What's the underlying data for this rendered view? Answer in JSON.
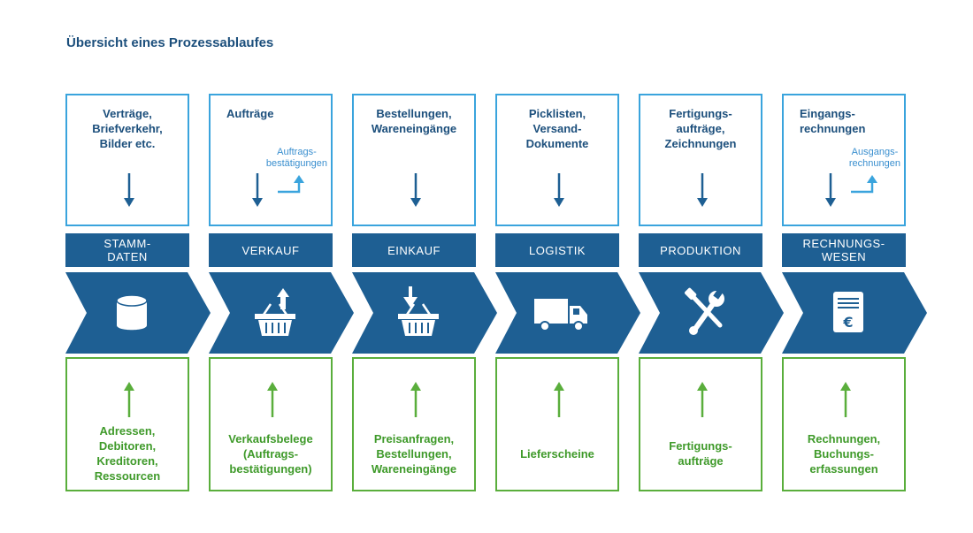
{
  "title": "Übersicht eines Prozessablaufes",
  "colors": {
    "dark_blue": "#1e5f93",
    "light_blue": "#3aa4dd",
    "green": "#5aae3c",
    "text_blue": "#1c4f7c",
    "text_green": "#3f9a2a"
  },
  "columns": [
    {
      "top": "Verträge,\nBriefverkehr,\nBilder etc.",
      "sub": "",
      "label": "STAMM-\nDATEN",
      "icon": "database-icon",
      "bottom": "Adressen,\nDebitoren,\nKreditoren,\nRessourcen"
    },
    {
      "top": "Aufträge",
      "sub": "Auftrags-\nbestätigungen",
      "label": "VERKAUF",
      "icon": "basket-up-icon",
      "bottom": "Verkaufsbelege\n(Auftrags-\nbestätigungen)"
    },
    {
      "top": "Bestellungen,\nWareneingänge",
      "sub": "",
      "label": "EINKAUF",
      "icon": "basket-down-icon",
      "bottom": "Preisanfragen,\nBestellungen,\nWareneingänge"
    },
    {
      "top": "Picklisten,\nVersand-\nDokumente",
      "sub": "",
      "label": "LOGISTIK",
      "icon": "truck-icon",
      "bottom": "Lieferscheine"
    },
    {
      "top": "Fertigungs-\naufträge,\nZeichnungen",
      "sub": "",
      "label": "PRODUKTION",
      "icon": "tools-icon",
      "bottom": "Fertigungs-\naufträge"
    },
    {
      "top": "Eingangs-\nrechnungen",
      "sub": "Ausgangs-\nrechnungen",
      "label": "RECHNUNGS-\nWESEN",
      "icon": "invoice-euro-icon",
      "bottom": "Rechnungen,\nBuchungs-\nerfassungen"
    }
  ]
}
